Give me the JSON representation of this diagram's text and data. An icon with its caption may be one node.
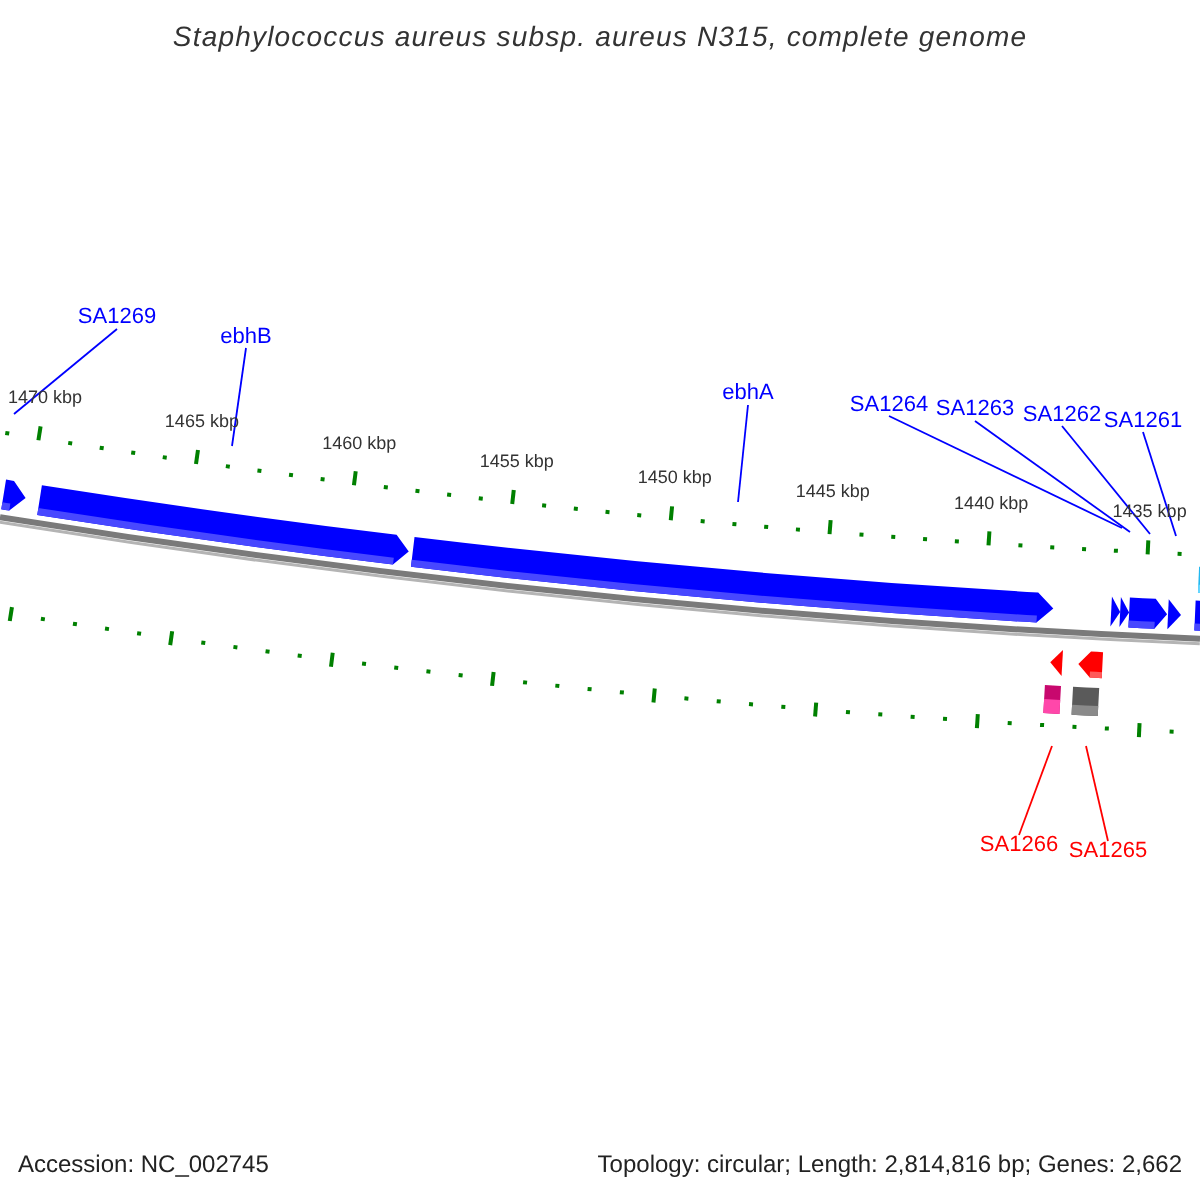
{
  "diagram": {
    "title": "Staphylococcus aureus subsp. aureus N315, complete genome",
    "nodes": [
      {
        "text": [
          "SA1269"
        ]
      },
      {
        "text": [
          "ebhB"
        ]
      },
      {
        "text": [
          "ebhA"
        ]
      },
      {
        "text": [
          "SA1264"
        ]
      },
      {
        "text": [
          "SA1263"
        ]
      },
      {
        "text": [
          "SA1262"
        ]
      },
      {
        "text": [
          "SA1261"
        ]
      },
      {
        "text": [
          "SA1266"
        ]
      },
      {
        "text": [
          "SA1265"
        ]
      },
      {
        "text": [],
        "shape": "ruler"
      },
      {
        "text": [],
        "shape": "ruler"
      }
    ],
    "edges": [
      {
        "from": 0,
        "to": 9,
        "arrow": "none"
      },
      {
        "from": 1,
        "to": 9,
        "arrow": "none"
      },
      {
        "from": 2,
        "to": 9,
        "arrow": "none"
      },
      {
        "from": 3,
        "to": 9,
        "arrow": "none"
      },
      {
        "from": 4,
        "to": 9,
        "arrow": "none"
      },
      {
        "from": 5,
        "to": 9,
        "arrow": "none"
      },
      {
        "from": 6,
        "to": 9,
        "arrow": "none"
      },
      {
        "from": 7,
        "to": 10,
        "arrow": "none",
        "color": "#ff0000"
      },
      {
        "from": 8,
        "to": 10,
        "arrow": "none",
        "color": "#ff0000"
      }
    ],
    "labels": [
      "1470 kbp",
      "1465 kbp",
      "1460 kbp",
      "1455 kbp",
      "1450 kbp",
      "1445 kbp",
      "1440 kbp",
      "1435 kbp",
      "Accession: NC_002745",
      "Topology: circular; Length: 2,814,816 bp; Genes: 2,662"
    ]
  }
}
